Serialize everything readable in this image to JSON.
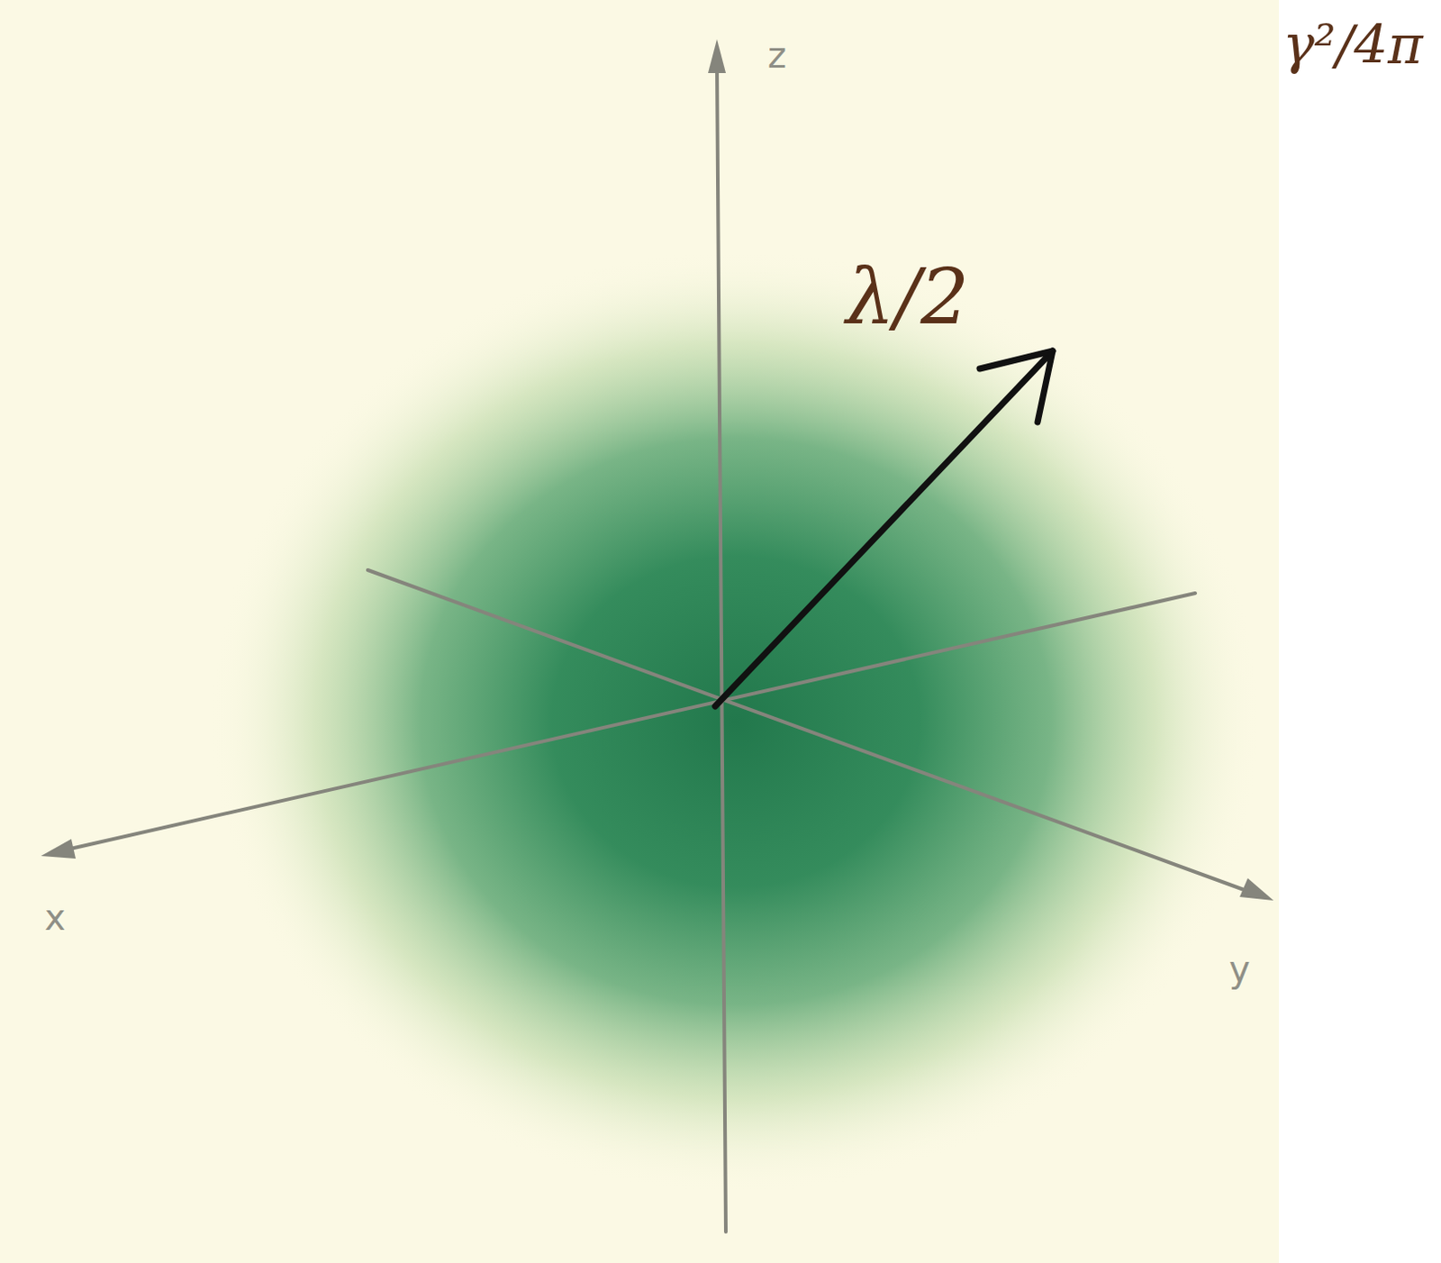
{
  "diagram": {
    "labels": [
      "z",
      "x",
      "y",
      "λ/2",
      "γ²/4π"
    ]
  }
}
